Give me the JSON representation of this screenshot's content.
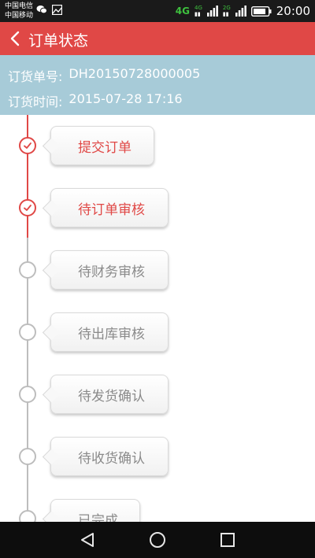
{
  "status_bar": {
    "carrier_1": "中国电信",
    "carrier_2": "中国移动",
    "network_1": "4G",
    "network_2": "4G",
    "network_3": "2G",
    "time": "20:00",
    "icons": [
      "wechat-icon",
      "image-icon",
      "signal-icon",
      "battery-icon"
    ]
  },
  "header": {
    "title": "订单状态",
    "back_icon": "chevron-left-icon",
    "background": "#e04846"
  },
  "order_info": {
    "number_label": "订货单号:",
    "number_value": "DH20150728000005",
    "time_label": "订货时间:",
    "time_value": "2015-07-28 17:16",
    "background": "#a7cbd8"
  },
  "timeline": {
    "steps": [
      {
        "label": "提交订单",
        "done": true
      },
      {
        "label": "待订单审核",
        "done": true
      },
      {
        "label": "待财务审核",
        "done": false
      },
      {
        "label": "待出库审核",
        "done": false
      },
      {
        "label": "待发货确认",
        "done": false
      },
      {
        "label": "待收货确认",
        "done": false
      },
      {
        "label": "已完成",
        "done": false
      }
    ],
    "done_color": "#e04846",
    "pending_color": "#bdbdbd"
  },
  "nav_bar": {
    "icons": [
      "back-triangle-icon",
      "home-circle-icon",
      "recents-square-icon"
    ]
  }
}
